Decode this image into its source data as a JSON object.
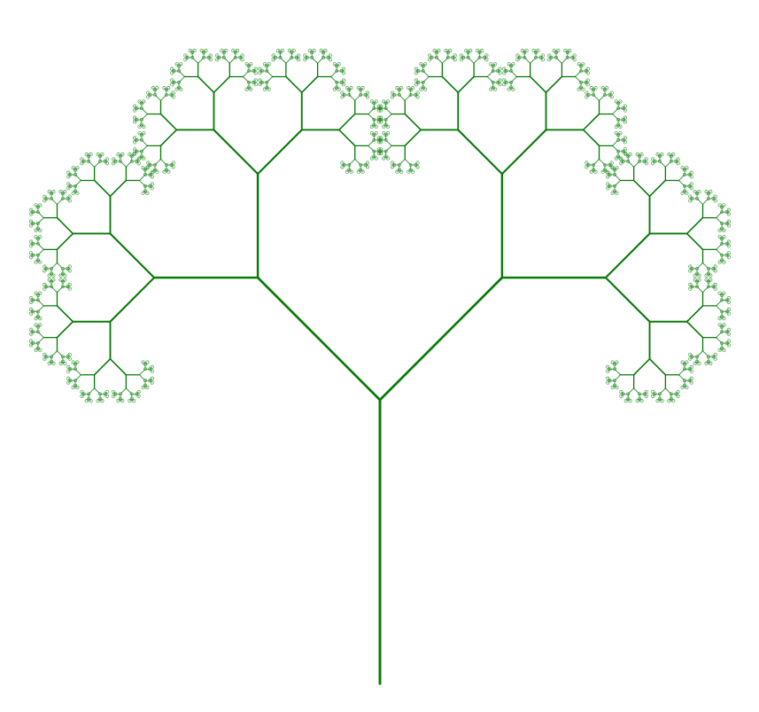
{
  "image": {
    "subject": "fractal-tree",
    "background_color": "#ffffff",
    "stroke_color": "#0a7a0a",
    "leaf_color": "#1c8a1c",
    "recursion_depth": 9,
    "branch_angle_deg": 45,
    "length_ratio": 0.6
  }
}
